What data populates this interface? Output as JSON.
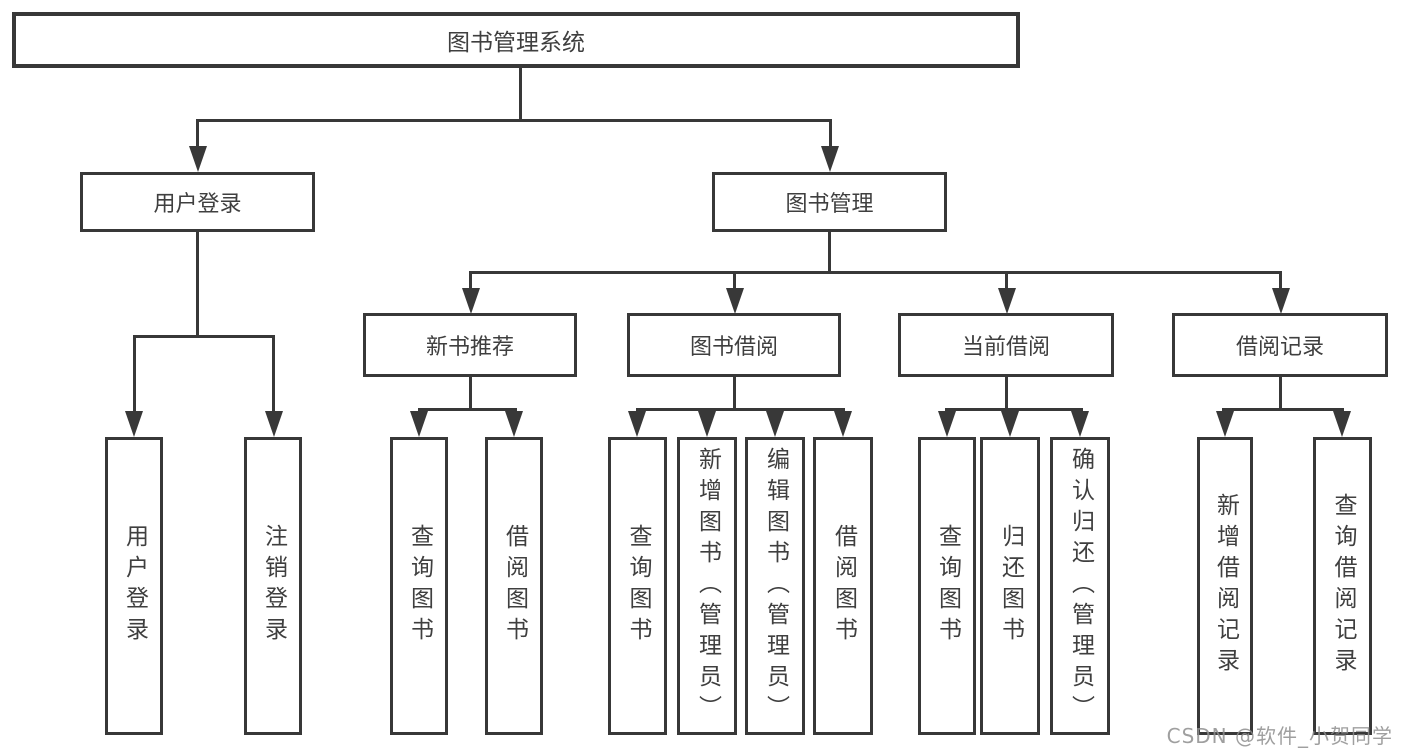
{
  "colors": {
    "line": "#383838",
    "text": "#3f3f3f",
    "box-bg": "#ffffff",
    "watermark": "#8f8f8f",
    "background": "#ffffff"
  },
  "tree": {
    "root": {
      "label": "图书管理系统"
    },
    "branches": [
      {
        "label": "用户登录",
        "children": [
          {
            "label": "用户登录"
          },
          {
            "label": "注销登录"
          }
        ]
      },
      {
        "label": "图书管理",
        "sections": [
          {
            "label": "新书推荐",
            "children": [
              {
                "label": "查询图书"
              },
              {
                "label": "借阅图书"
              }
            ]
          },
          {
            "label": "图书借阅",
            "children": [
              {
                "label": "查询图书"
              },
              {
                "label": "新增图书（管理员）"
              },
              {
                "label": "编辑图书（管理员）"
              },
              {
                "label": "借阅图书"
              }
            ]
          },
          {
            "label": "当前借阅",
            "children": [
              {
                "label": "查询图书"
              },
              {
                "label": "归还图书"
              },
              {
                "label": "确认归还（管理员）"
              }
            ]
          },
          {
            "label": "借阅记录",
            "children": [
              {
                "label": "新增借阅记录"
              },
              {
                "label": "查询借阅记录"
              }
            ]
          }
        ]
      }
    ]
  },
  "watermark": {
    "text": "CSDN @软件_小贺同学"
  }
}
